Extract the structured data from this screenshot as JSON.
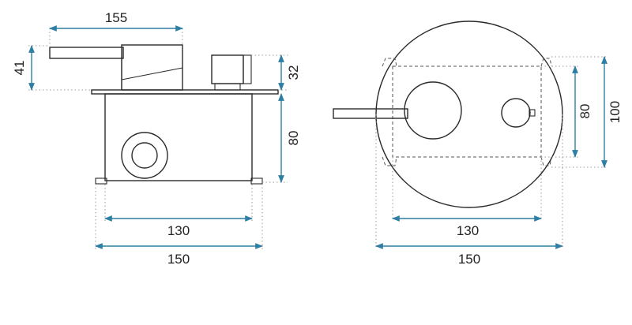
{
  "front_view": {
    "dim_top_width": "155",
    "dim_handle_height": "41",
    "dim_knob_height": "32",
    "dim_body_height": "80",
    "dim_inner_width": "130",
    "dim_outer_width": "150"
  },
  "plate_view": {
    "dim_inner_height": "80",
    "dim_outer_height": "100",
    "dim_inner_width": "130",
    "dim_outer_width": "150"
  },
  "colors": {
    "dimension": "#2f7ea3",
    "outline": "#2a2a2a"
  }
}
